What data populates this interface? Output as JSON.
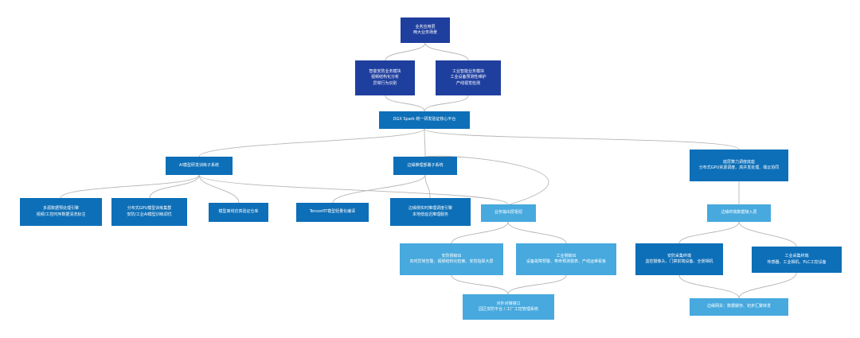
{
  "nodes": {
    "n_business": "业务应用层\n两大业务场景",
    "n_security_module": "智能安防业务模块\n视频结构化分析\n异常行为识别",
    "n_industrial_module": "工业智能业务模块\n工业设备预测性维护\n产线视觉检测",
    "n_dgx": "DGX Spark 统一研发验证核心平台",
    "n_ai_subsystem": "AI模型研发训练子系统",
    "n_edge_subsystem": "边缘推理部署子系统",
    "n_compute_layer": "底层算力调度底座\n分布式GPU资源调度、高并发处理、端云协同",
    "n_multisource": "多源数据预处理引擎\n视频/工控时序数据清洗标注",
    "n_dist_gpu": "分布式GPU模型训练集群\n安防/工业AI模型训练调优",
    "n_sim_repo": "模型离线仿真验证仓库",
    "n_tensorrt": "TensorRT模型轻量化编译",
    "n_edge_engine": "边缘侧实时推理调度引擎\n本地低延迟推理服务",
    "n_output_hub": "业务输出层枢纽",
    "n_edge_access": "边缘终端数据接入层",
    "n_sec_output": "安防侧输出\n实时异常告警、视频结构化检索、安防指挥大屏",
    "n_ind_output": "工业侧输出\n设备故障预警、寿命预测报表、产线运维看板",
    "n_sec_terminal": "安防采集终端\n监控摄像头、门禁前端设备、全景相机",
    "n_ind_terminal": "工业采集终端\n传感器、工业相机、PLC工控设备",
    "n_api": "对外对接接口\n园区安防平台 / 工厂工控管理系统",
    "n_gateway": "边缘网关：数据缓存、初步汇聚转发"
  }
}
